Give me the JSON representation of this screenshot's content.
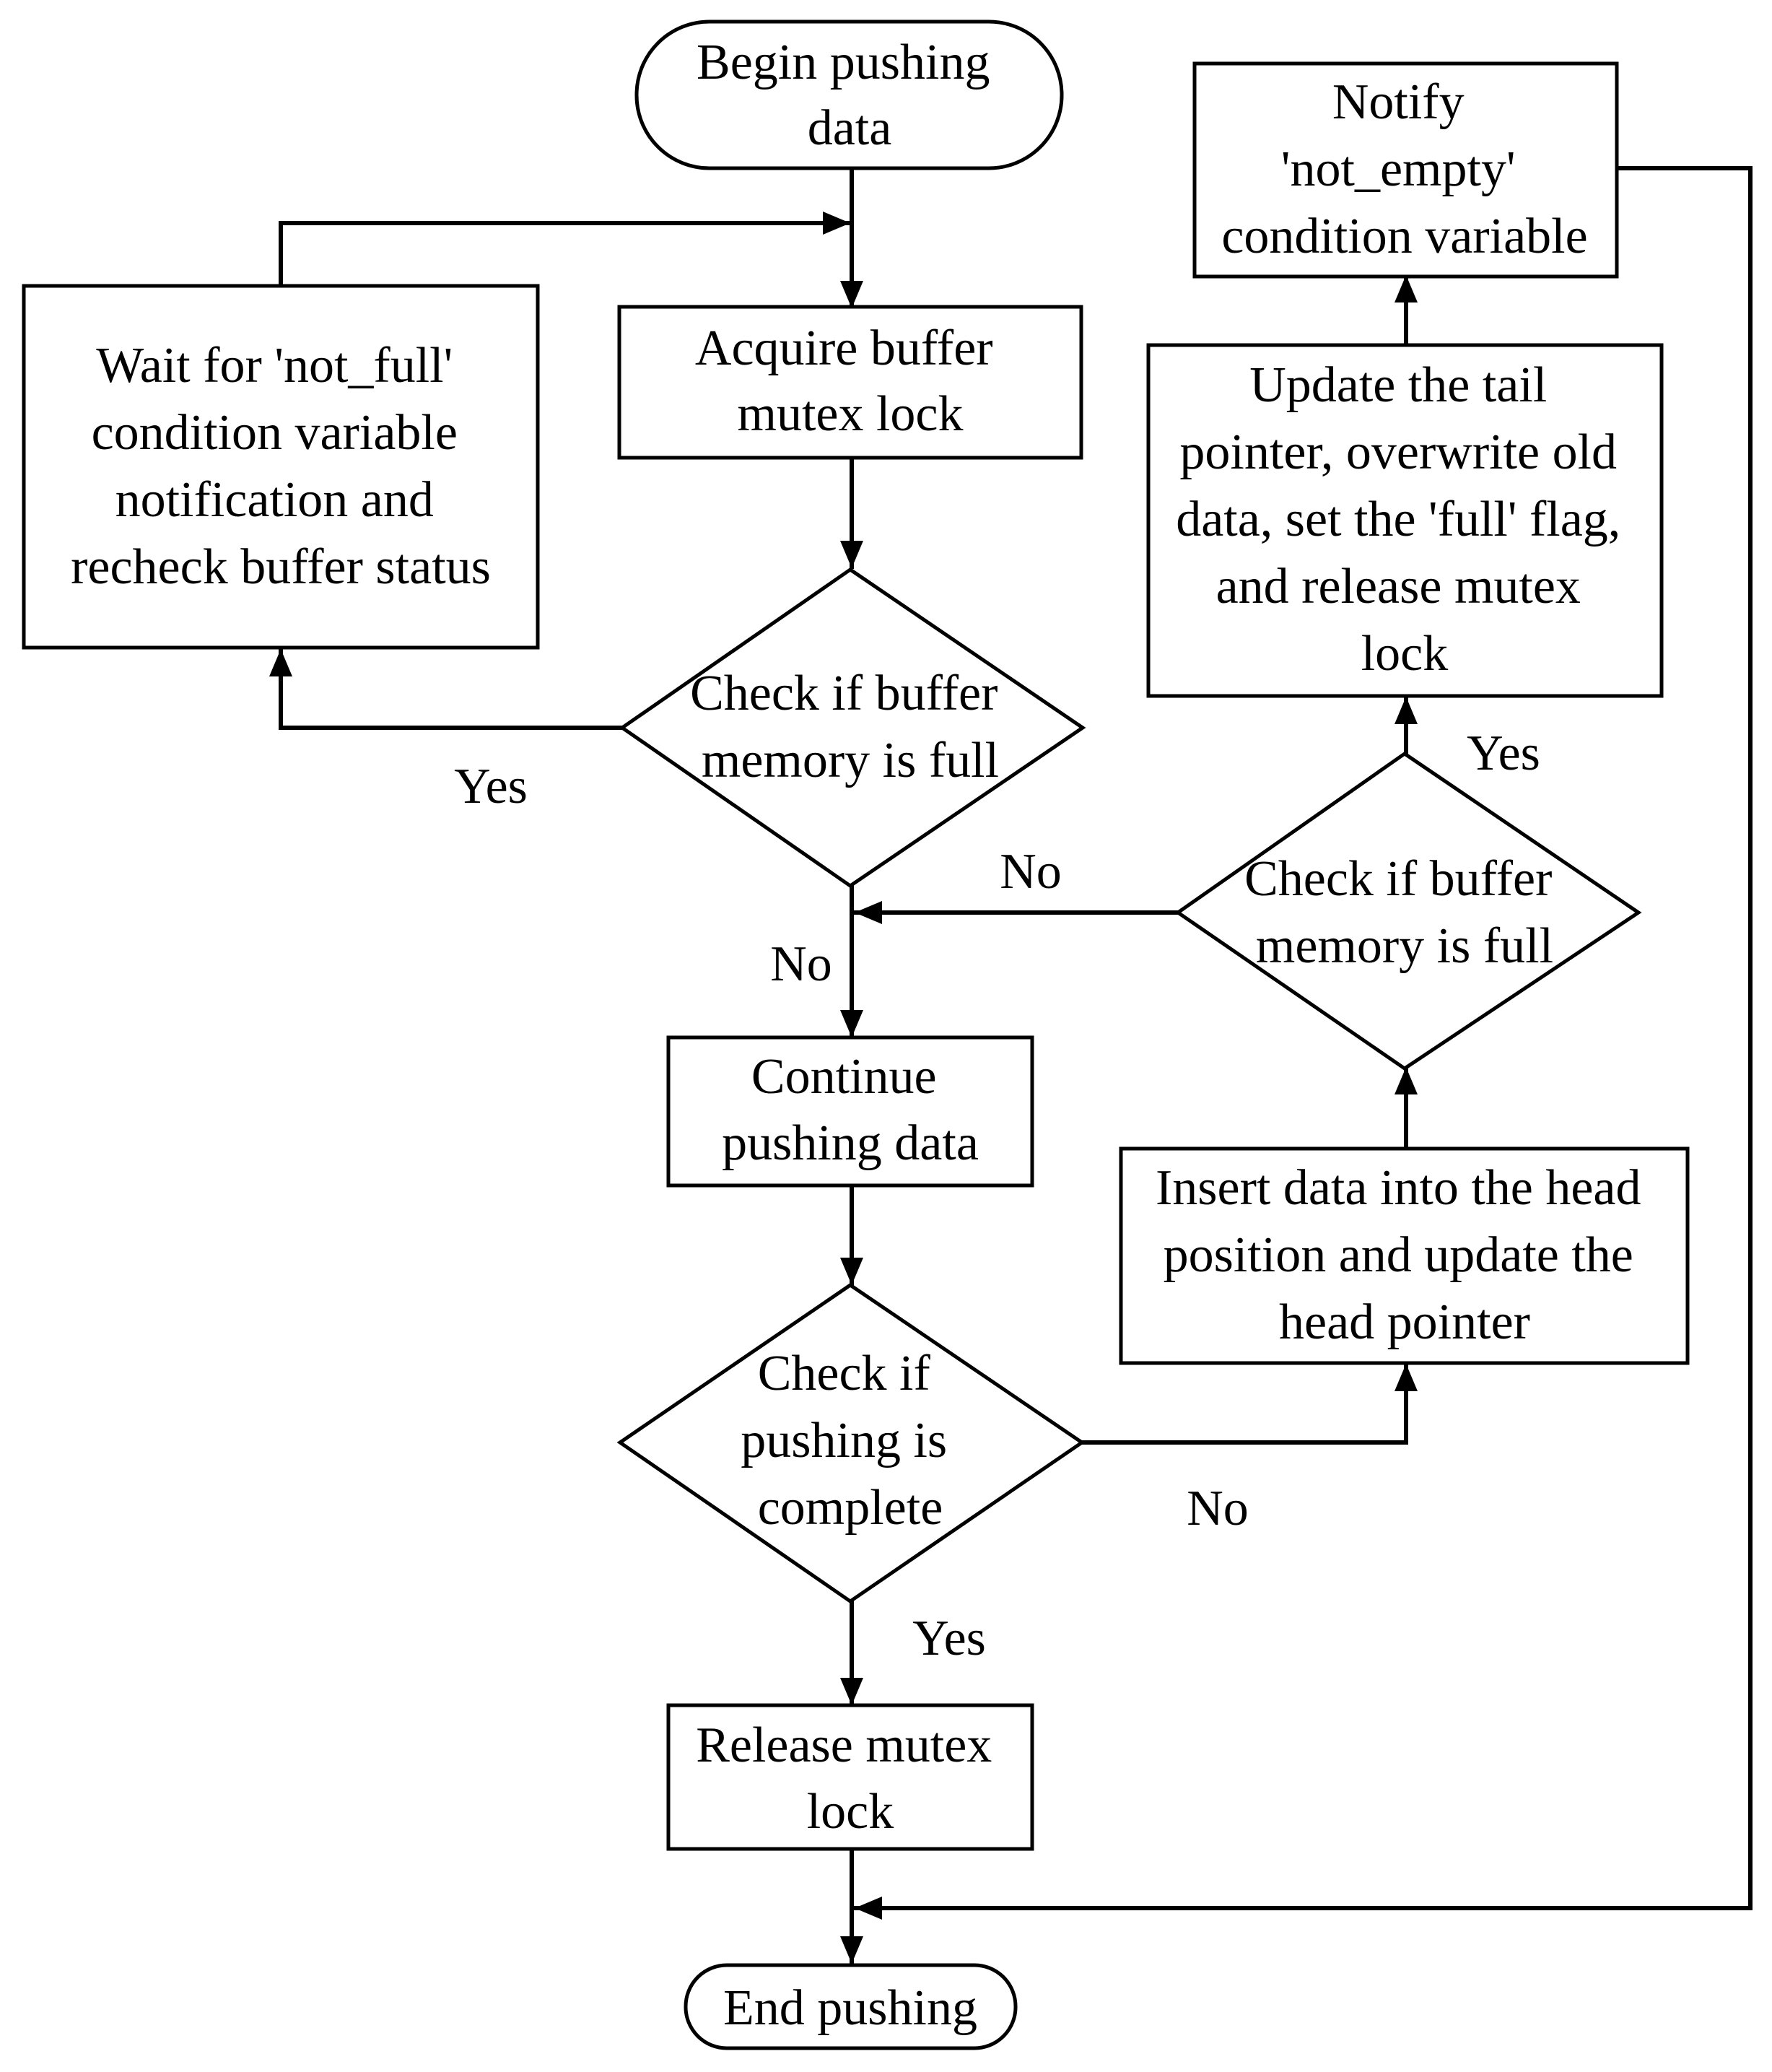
{
  "nodes": {
    "begin": {
      "lines": [
        "Begin pushing",
        "data"
      ]
    },
    "acquire_lock": {
      "lines": [
        "Acquire buffer",
        "mutex lock"
      ]
    },
    "wait_not_full": {
      "lines": [
        "Wait for 'not_full'",
        "condition variable",
        "notification and",
        "recheck buffer status"
      ]
    },
    "check_full_1": {
      "lines": [
        "Check if buffer",
        "memory is full"
      ]
    },
    "continue_push": {
      "lines": [
        "Continue",
        "pushing data"
      ]
    },
    "check_complete": {
      "lines": [
        "Check if",
        "pushing is",
        "complete"
      ]
    },
    "release_lock": {
      "lines": [
        "Release mutex",
        "lock"
      ]
    },
    "end": {
      "lines": [
        "End pushing"
      ]
    },
    "insert_head": {
      "lines": [
        "Insert data into the head",
        "position and update the",
        "head pointer"
      ]
    },
    "check_full_2": {
      "lines": [
        "Check if buffer",
        "memory is full"
      ]
    },
    "update_tail": {
      "lines": [
        "Update the tail",
        "pointer, overwrite old",
        "data, set the 'full' flag,",
        "and release mutex",
        "lock"
      ]
    },
    "notify_not_empty": {
      "lines": [
        "Notify",
        "'not_empty'",
        "condition variable"
      ]
    }
  },
  "edge_labels": {
    "full1_yes": "Yes",
    "full1_no": "No",
    "complete_yes": "Yes",
    "complete_no": "No",
    "full2_yes": "Yes",
    "full2_no": "No"
  }
}
